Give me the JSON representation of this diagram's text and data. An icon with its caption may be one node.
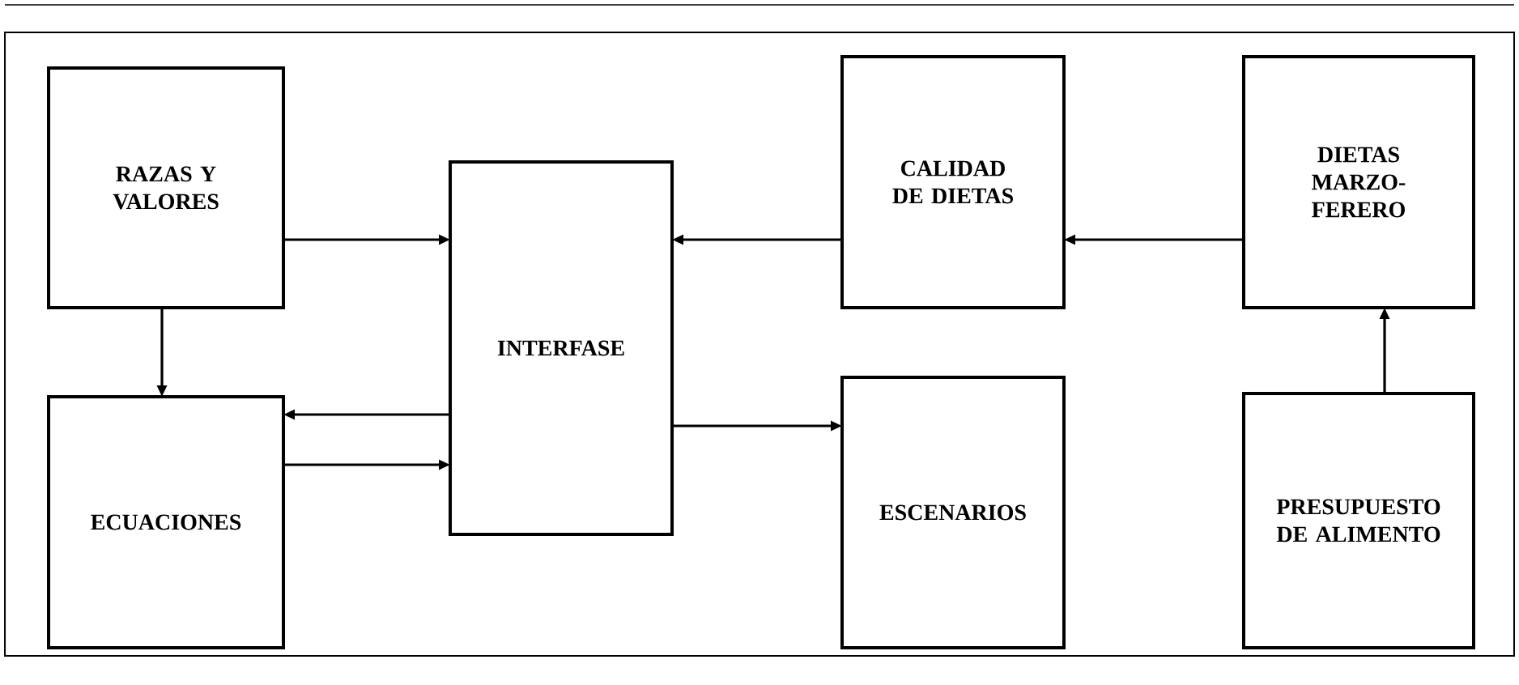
{
  "diagram": {
    "nodes": [
      {
        "text": [
          "RAZAS Y VALORES"
        ]
      },
      {
        "text": [
          "ECUACIONES"
        ]
      },
      {
        "text": [
          "INTERFASE"
        ]
      },
      {
        "text": [
          "CALIDAD DE DIETAS"
        ]
      },
      {
        "text": [
          "ESCENARIOS"
        ]
      },
      {
        "text": [
          "DIETAS MARZO-FERERO"
        ]
      },
      {
        "text": [
          "PRESUPUESTO DE ALIMENTO"
        ]
      }
    ],
    "edges": [
      {
        "from": 0,
        "to": 2,
        "arrow": "to"
      },
      {
        "from": 0,
        "to": 1,
        "arrow": "to"
      },
      {
        "from": 2,
        "to": 1,
        "arrow": "to"
      },
      {
        "from": 1,
        "to": 2,
        "arrow": "to"
      },
      {
        "from": 3,
        "to": 2,
        "arrow": "to"
      },
      {
        "from": 5,
        "to": 3,
        "arrow": "to"
      },
      {
        "from": 2,
        "to": 4,
        "arrow": "to"
      },
      {
        "from": 6,
        "to": 5,
        "arrow": "to"
      }
    ]
  }
}
